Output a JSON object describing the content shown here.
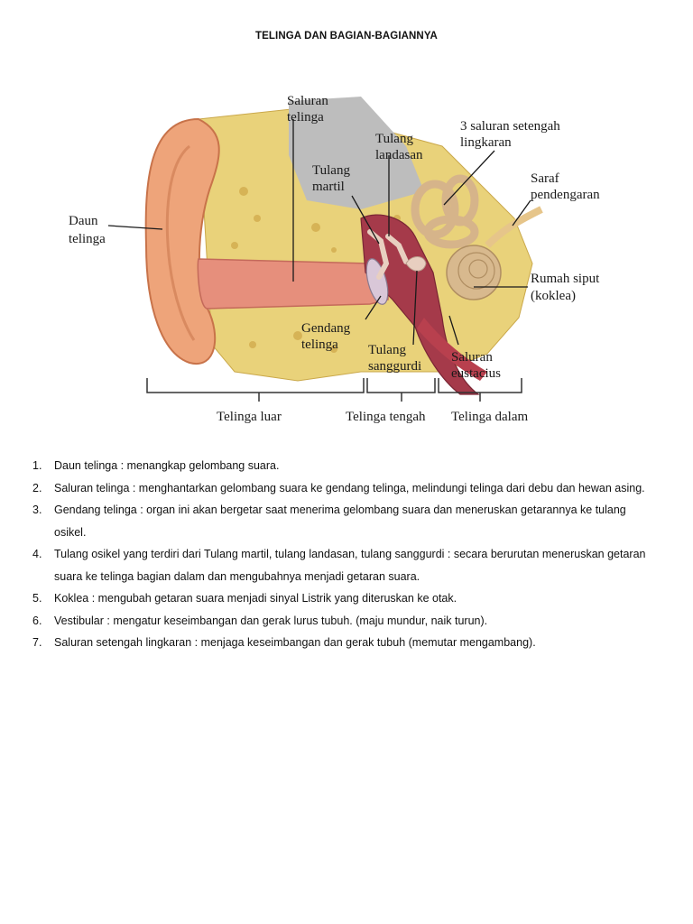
{
  "title": "TELINGA DAN BAGIAN-BAGIANNYA",
  "diagram": {
    "labels": {
      "saluran_telinga": [
        "Saluran",
        "telinga"
      ],
      "tulang_landasan": [
        "Tulang",
        "landasan"
      ],
      "tiga_saluran": [
        "3 saluran setengah",
        "lingkaran"
      ],
      "tulang_martil": [
        "Tulang",
        "martil"
      ],
      "saraf": [
        "Saraf",
        "pendengaran"
      ],
      "daun_telinga": [
        "Daun",
        "telinga"
      ],
      "rumah_siput": [
        "Rumah siput",
        "(koklea)"
      ],
      "gendang_telinga": [
        "Gendang",
        "telinga"
      ],
      "tulang_sanggurdi": [
        "Tulang",
        "sanggurdi"
      ],
      "saluran_eustacius": [
        "Saluran",
        "eustacius"
      ]
    },
    "sections": [
      "Telinga luar",
      "Telinga tengah",
      "Telinga dalam"
    ]
  },
  "list": [
    {
      "num": "1.",
      "text": "Daun telinga : menangkap gelombang suara."
    },
    {
      "num": "2.",
      "text": "Saluran telinga : menghantarkan gelombang suara ke gendang telinga, melindungi telinga dari debu dan hewan asing."
    },
    {
      "num": "3.",
      "text": "Gendang telinga : organ ini akan bergetar saat menerima gelombang suara dan meneruskan getarannya ke tulang osikel."
    },
    {
      "num": "4.",
      "text": "Tulang osikel yang terdiri dari Tulang martil, tulang landasan, tulang sanggurdi : secara berurutan meneruskan getaran suara ke telinga bagian dalam dan mengubahnya menjadi getaran suara."
    },
    {
      "num": "5.",
      "text": "Koklea : mengubah getaran suara menjadi sinyal Listrik yang diteruskan ke otak."
    },
    {
      "num": "6.",
      "text": "Vestibular : mengatur keseimbangan dan gerak lurus tubuh. (maju mundur, naik turun)."
    },
    {
      "num": "7.",
      "text": "Saluran setengah lingkaran : menjaga keseimbangan dan gerak tubuh (memutar mengambang)."
    }
  ]
}
